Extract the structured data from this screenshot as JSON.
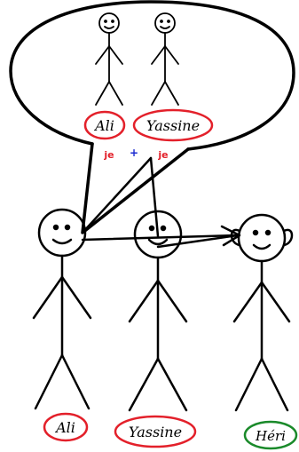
{
  "bubble_names": {
    "left": "Ali",
    "right": "Yassine"
  },
  "bubble_words": {
    "left": "je",
    "plus": "+",
    "right": "je"
  },
  "people_names": {
    "left": "Ali",
    "middle": "Yassine",
    "right": "Héri"
  },
  "colors": {
    "stroke": "#000000",
    "label_red": "#e3202a",
    "label_green": "#1a8a2a",
    "plus_blue": "#1a2ad0",
    "background": "#ffffff"
  }
}
